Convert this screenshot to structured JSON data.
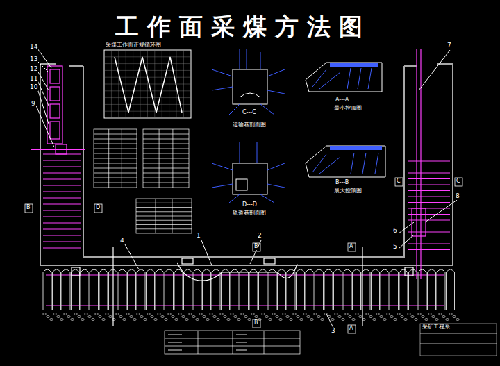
{
  "diagram": {
    "title": "工作面采煤方法图",
    "nodes": [
      {
        "text": [
          "采煤工作面正规循环图"
        ]
      },
      {
        "text": [
          "采矿工程系"
        ]
      }
    ],
    "labels": [
      "C---C",
      "运输巷剖面图",
      "D---D",
      "轨道巷剖面图",
      "A---A",
      "最小控顶图",
      "B---B",
      "最大控顶图",
      "14",
      "13",
      "12",
      "11",
      "10",
      "9",
      "7",
      "8",
      "6",
      "5",
      "4",
      "1",
      "2",
      "3",
      "B",
      "D",
      "C",
      "C",
      "B",
      "A",
      "A",
      "B"
    ]
  }
}
